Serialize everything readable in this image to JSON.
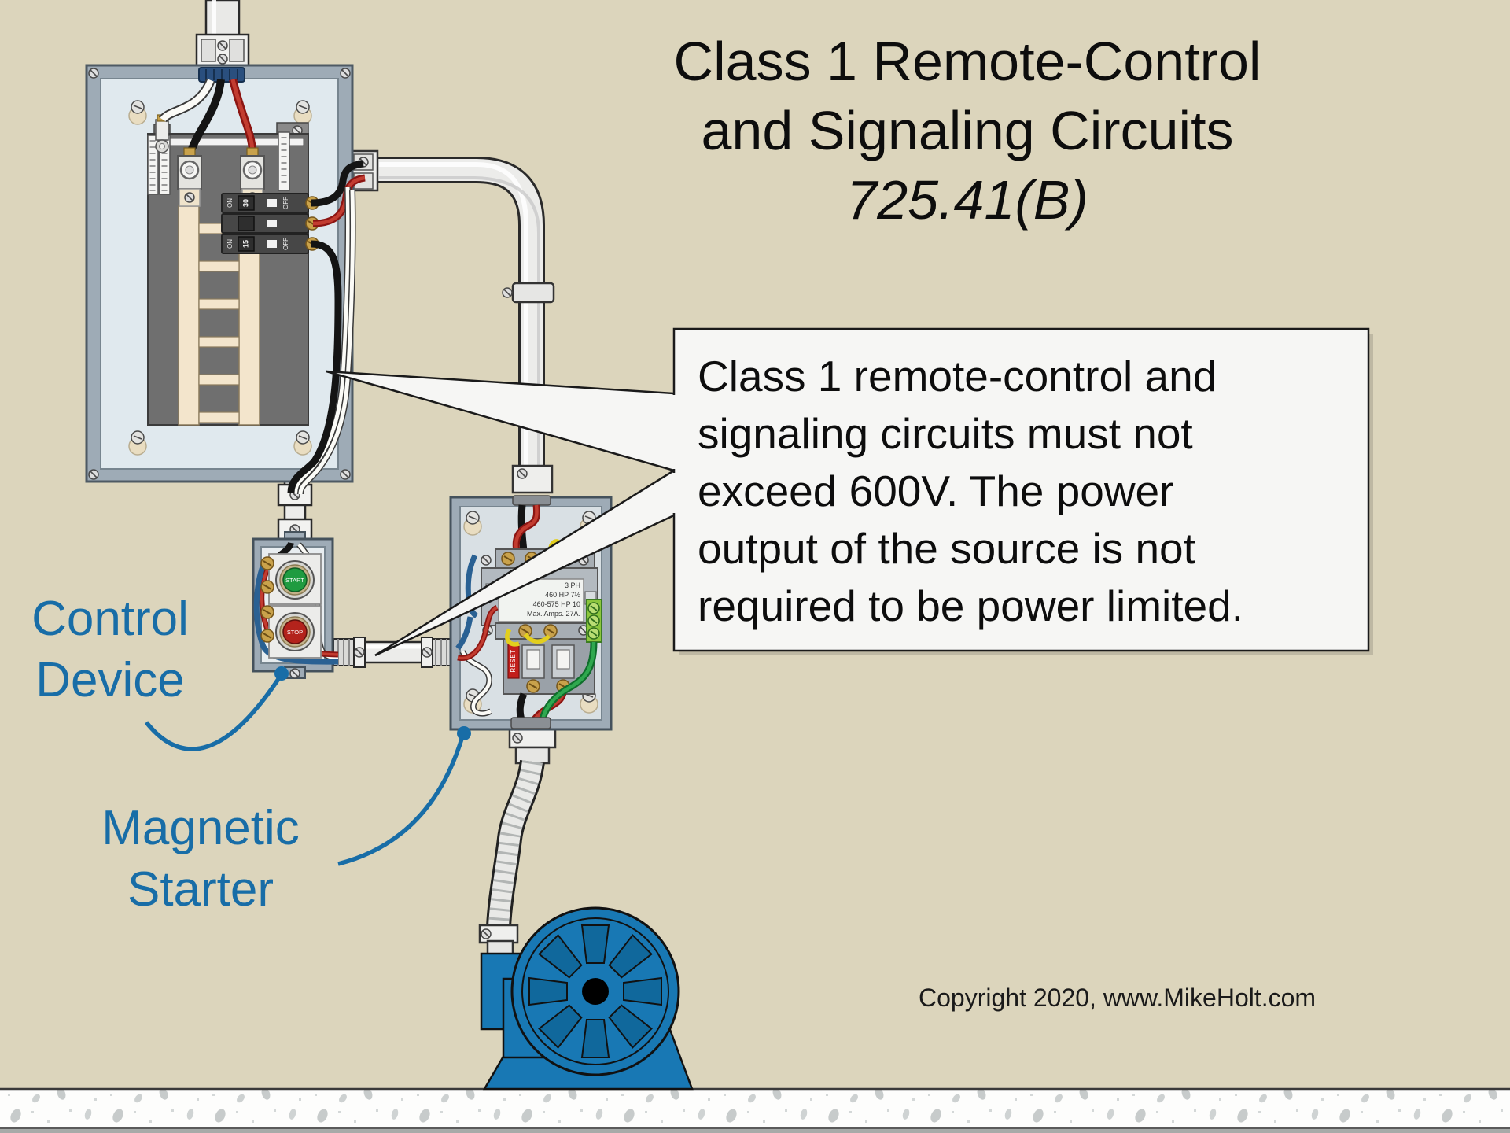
{
  "title": {
    "lines": [
      "Class 1 Remote-Control",
      "and Signaling Circuits",
      "725.41(B)"
    ]
  },
  "callout": {
    "lines": [
      "Class 1 remote-control and",
      "signaling circuits must not",
      "exceed 600V. The power",
      "output of the source is not",
      "required to be power limited."
    ]
  },
  "labels": {
    "control_device": {
      "lines": [
        "Control",
        "Device"
      ]
    },
    "magnetic_starter": {
      "lines": [
        "Magnetic",
        "Starter"
      ]
    }
  },
  "copyright": "Copyright 2020, www.MikeHolt.com",
  "panel": {
    "breaker_on": "ON",
    "breaker_off": "OFF",
    "breaker1_amps": "30",
    "breaker2_amps": "15"
  },
  "control_device": {
    "start_button": "START",
    "stop_button": "STOP"
  },
  "magnetic_starter": {
    "reset_label": "RESET",
    "nameplate_lines": [
      "3 PH",
      "460 HP  7½",
      "460-575 HP  10",
      "Max. Amps.  27A."
    ]
  },
  "colors": {
    "background": "#dcd5bc",
    "callout_fill": "#f6f6f4",
    "label_blue": "#186da7",
    "motor_blue": "#1878b4",
    "motor_vent_blue": "#10689c",
    "panel_frame": "#9eabb6",
    "panel_interior": "#e0e9ee",
    "chassis_gray": "#6f6f6f",
    "bus_cream": "#f3e5cc",
    "wire_black": "#141414",
    "wire_red": "#b3231c",
    "wire_white": "#fbfbf7",
    "wire_blue": "#2a6193",
    "wire_green": "#1c8c3c",
    "wire_yellow": "#e3cf1e",
    "start_green": "#1f9b40",
    "stop_red": "#b3231c",
    "floor_speck": "#c7cbcb"
  }
}
